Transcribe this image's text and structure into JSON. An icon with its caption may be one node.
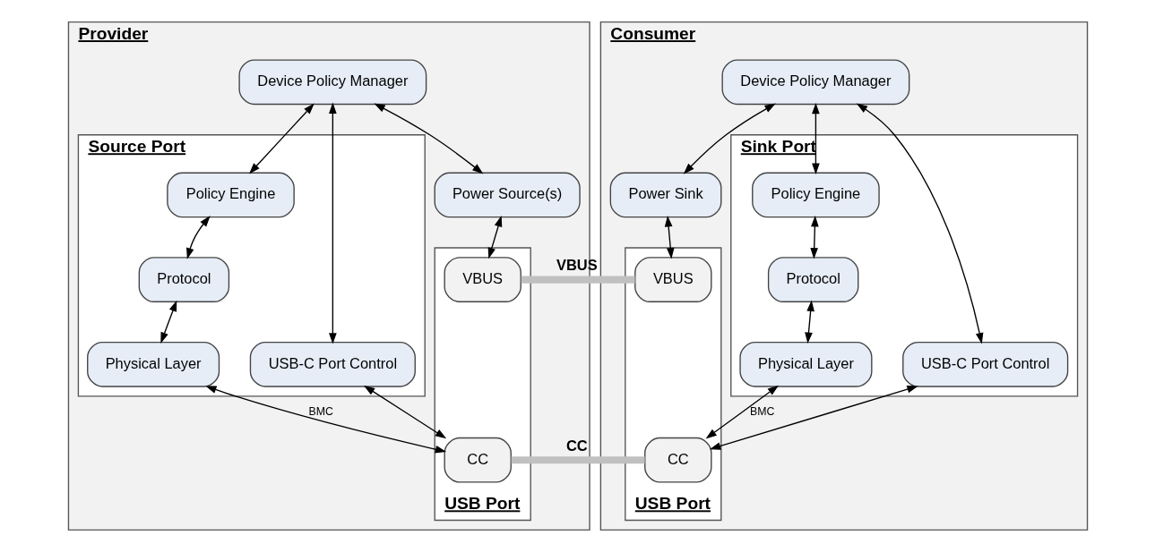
{
  "diagram": {
    "nodes": [
      {
        "text": [
          "Provider"
        ]
      },
      {
        "text": [
          "Device Policy Manager"
        ],
        "in": 0
      },
      {
        "text": [
          "Source Port"
        ],
        "in": 0
      },
      {
        "text": [
          "Policy Engine"
        ],
        "in": 2
      },
      {
        "text": [
          "Protocol"
        ],
        "in": 2
      },
      {
        "text": [
          "USB-C Port Control"
        ],
        "in": 2
      },
      {
        "text": [
          "Physical Layer"
        ],
        "in": 2
      },
      {
        "text": [
          "Power Source(s)"
        ],
        "in": 0
      },
      {
        "text": [
          "USB Port"
        ],
        "in": 0
      },
      {
        "text": [
          "CC"
        ],
        "in": 8
      },
      {
        "text": [
          "VBUS"
        ],
        "in": 8
      },
      {
        "text": [
          "Consumer"
        ]
      },
      {
        "text": [
          "Device Policy Manager"
        ],
        "in": 11
      },
      {
        "text": [
          "Power Sink"
        ],
        "in": 11
      },
      {
        "text": [
          "Sink Port"
        ],
        "in": 11
      },
      {
        "text": [
          "Policy Engine"
        ],
        "in": 14
      },
      {
        "text": [
          "Protocol"
        ],
        "in": 14
      },
      {
        "text": [
          "Physical Layer"
        ],
        "in": 14
      },
      {
        "text": [
          "USB-C Port Control"
        ],
        "in": 14
      },
      {
        "text": [
          "USB Port"
        ],
        "in": 11
      },
      {
        "text": [
          "VBUS"
        ],
        "in": 19
      },
      {
        "text": [
          "CC"
        ],
        "in": 19
      }
    ],
    "edges": [
      {
        "from": 1,
        "to": 5,
        "arrow": "both"
      },
      {
        "from": 1,
        "to": 3,
        "arrow": "both"
      },
      {
        "from": 1,
        "to": 7,
        "arrow": "both"
      },
      {
        "from": 3,
        "to": 4,
        "arrow": "both"
      },
      {
        "from": 4,
        "to": 6,
        "arrow": "both"
      },
      {
        "from": 5,
        "to": 9,
        "arrow": "both"
      },
      {
        "from": 6,
        "to": 9,
        "arrow": "both",
        "label": "BMC"
      },
      {
        "from": 7,
        "to": 10,
        "arrow": "both"
      },
      {
        "from": 12,
        "to": 13,
        "arrow": "both"
      },
      {
        "from": 12,
        "to": 15,
        "arrow": "both"
      },
      {
        "from": 12,
        "to": 18,
        "arrow": "both"
      },
      {
        "from": 15,
        "to": 16,
        "arrow": "both"
      },
      {
        "from": 16,
        "to": 17,
        "arrow": "both"
      },
      {
        "from": 17,
        "to": 21,
        "arrow": "both",
        "label": "BMC"
      },
      {
        "from": 18,
        "to": 21,
        "arrow": "both"
      },
      {
        "from": 13,
        "to": 20,
        "arrow": "both"
      },
      {
        "from": 10,
        "to": 20,
        "arrow": "none",
        "label": "VBUS",
        "style": "thick",
        "color": "#c0c0c0"
      },
      {
        "from": 9,
        "to": 21,
        "arrow": "none",
        "label": "CC",
        "style": "thick",
        "color": "#c0c0c0"
      }
    ]
  }
}
